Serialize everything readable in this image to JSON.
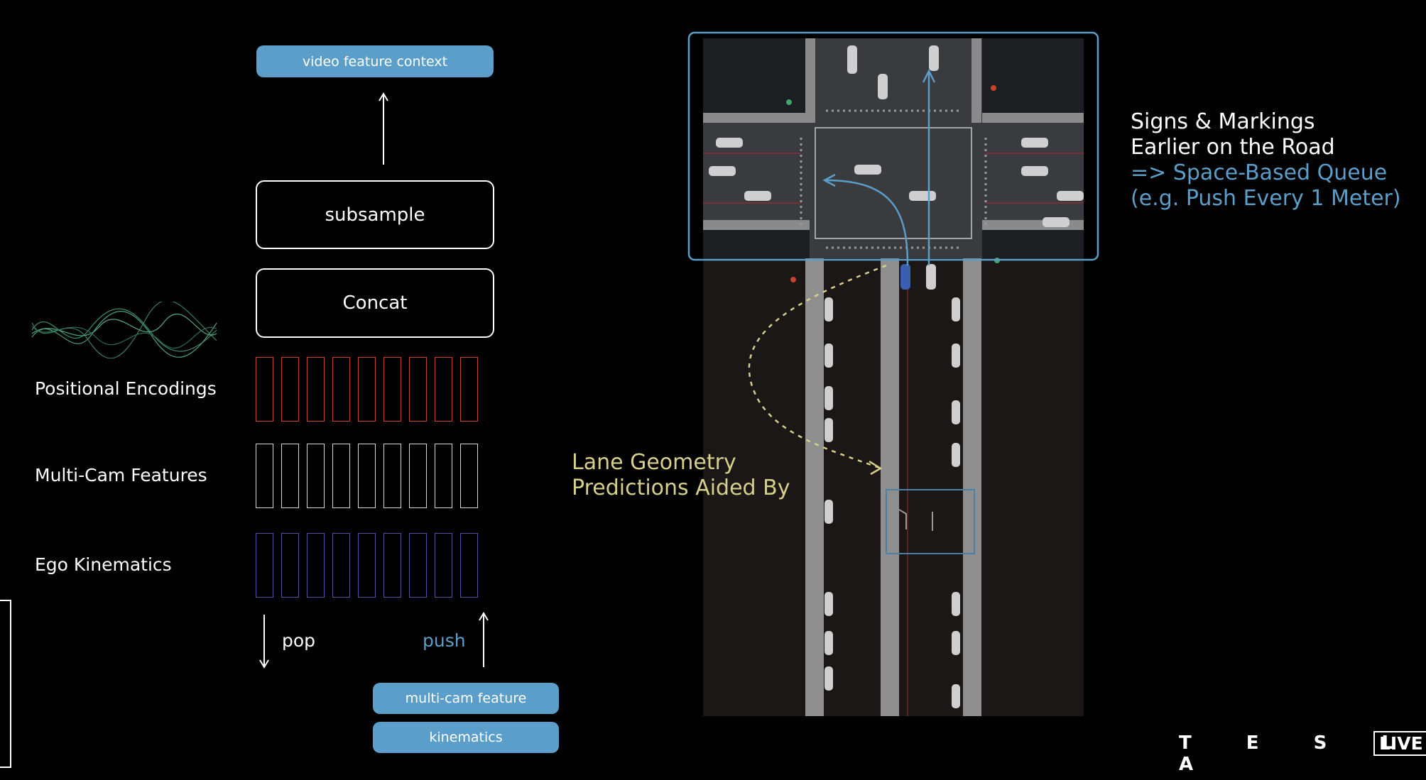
{
  "stack": {
    "top_pill": "video feature context",
    "subsample": "subsample",
    "concat": "Concat",
    "rows": [
      {
        "label": "Positional Encodings"
      },
      {
        "label": "Multi-Cam Features"
      },
      {
        "label": "Ego Kinematics"
      }
    ],
    "pop": "pop",
    "push": "push",
    "bottom_pills": [
      "multi-cam feature",
      "kinematics"
    ]
  },
  "captions": {
    "right_lines": [
      "Signs & Markings",
      "Earlier on the Road"
    ],
    "right_highlight_lines": [
      "=> Space-Based Queue",
      "(e.g. Push Every 1 Meter)"
    ],
    "lane_lines": [
      "Lane Geometry",
      "Predictions Aided By"
    ]
  },
  "branding": {
    "logo": "T E S L A",
    "live": "LIVE"
  },
  "colors": {
    "accent_blue": "#5b9ec9",
    "caption_blue": "#5b9ec9",
    "lane_yellow": "#d8cf8a",
    "positional_red": "#c94133",
    "ego_purple": "#5a4f9e"
  }
}
